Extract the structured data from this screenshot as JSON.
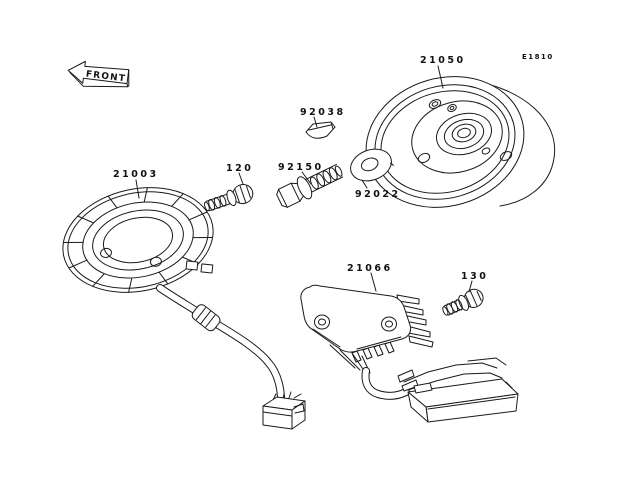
{
  "front_arrow": {
    "label": "FRONT"
  },
  "sheet_code": "E1810",
  "parts": {
    "flywheel": {
      "number": "21050"
    },
    "woodruff_key": {
      "number": "92038"
    },
    "bolt_flanged": {
      "number": "92150"
    },
    "washer": {
      "number": "92022"
    },
    "bolt_stator": {
      "number": "120"
    },
    "stator": {
      "number": "21003"
    },
    "regulator": {
      "number": "21066"
    },
    "bolt_regulator": {
      "number": "130"
    }
  }
}
